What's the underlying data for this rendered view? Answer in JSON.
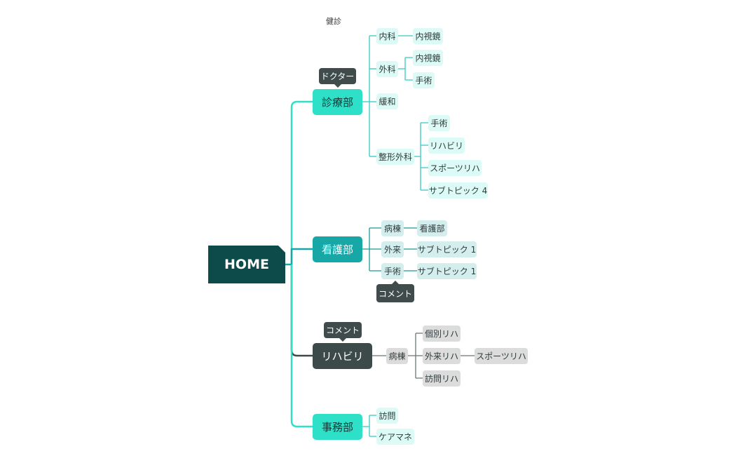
{
  "floating_label": "健診",
  "root": {
    "label": "HOME"
  },
  "branches": {
    "shinryo": {
      "label": "診療部",
      "callout": "ドクター",
      "naika": "内科",
      "naika_naishikyo": "内視鏡",
      "geka": "外科",
      "geka_naishikyo": "内視鏡",
      "geka_shujutsu": "手術",
      "kanwa": "緩和",
      "seikei": "整形外科",
      "seikei_shujutsu": "手術",
      "seikei_rihabiri": "リハビリ",
      "seikei_sports": "スポーツリハ",
      "seikei_subtopic": "サブトピック 4"
    },
    "kango": {
      "label": "看護部",
      "byoto": "病棟",
      "byoto_kangobu": "看護部",
      "gairai": "外来",
      "gairai_subtopic": "サブトピック 1",
      "shujutsu": "手術",
      "shujutsu_subtopic": "サブトピック 1",
      "comment": "コメント"
    },
    "rihabiri": {
      "label": "リハビリ",
      "callout": "コメント",
      "byoto": "病棟",
      "kobetsu": "個別リハ",
      "gairai": "外来リハ",
      "gairai_sports": "スポーツリハ",
      "houmon": "訪問リハ"
    },
    "jimu": {
      "label": "事務部",
      "houmon": "訪問",
      "caremane": "ケアマネ"
    }
  },
  "colors": {
    "root": "#0d4a4a",
    "branch_shinryo": "#2fe0c8",
    "branch_kango": "#17a7a7",
    "branch_rihabiri": "#3c4b4a",
    "branch_jimu": "#2fe0c8",
    "callout": "#3f4c4b"
  }
}
